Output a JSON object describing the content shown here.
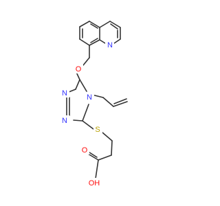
{
  "colors": {
    "bond": "#333333",
    "nitrogen": "#3333ff",
    "oxygen": "#ff0d0d",
    "sulfur": "#b8a000"
  },
  "atoms": {
    "n_quinoline": "N",
    "o_ether": "O",
    "n_triazole_left_top": "N",
    "n_triazole_left_bottom": "N",
    "n_triazole_right": "N",
    "s_thioether": "S",
    "o_carbonyl": "O",
    "oh_group": "OH"
  }
}
